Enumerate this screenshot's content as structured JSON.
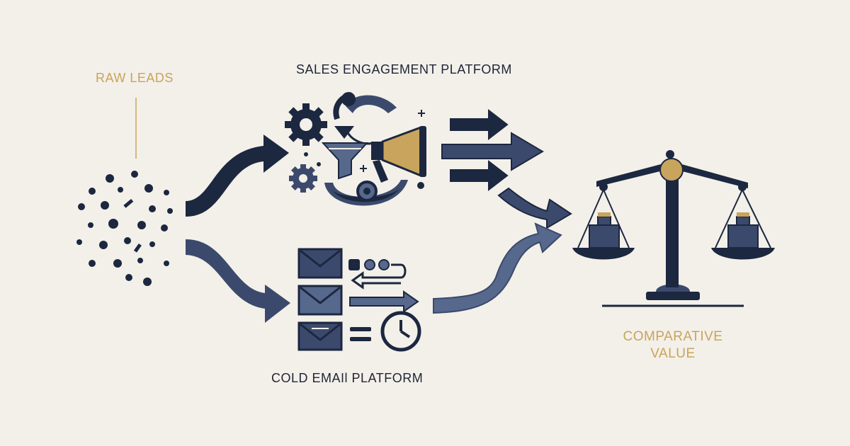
{
  "labels": {
    "raw_leads": "RAW LEADS",
    "sales_engagement": "SALES ENGAGEMENT PLATFORM",
    "cold_email": "COLD EMAIl PLATFORM",
    "comparative_line1": "COMPARATIVE",
    "comparative_line2": "VALUE"
  },
  "colors": {
    "background": "#f3f0e9",
    "navy": "#1c2740",
    "slate": "#3b4a6c",
    "steel": "#56688c",
    "gold": "#c8a45c",
    "text_dark": "#1f2538"
  },
  "icons": [
    "dot-cluster-icon",
    "gear-icon",
    "refresh-arrow-icon",
    "funnel-icon",
    "megaphone-icon",
    "bowl-icon",
    "plus-icon",
    "envelope-icon",
    "clock-icon",
    "swap-arrows-icon",
    "arrow-right-icon",
    "balance-scale-icon",
    "weight-icon"
  ]
}
